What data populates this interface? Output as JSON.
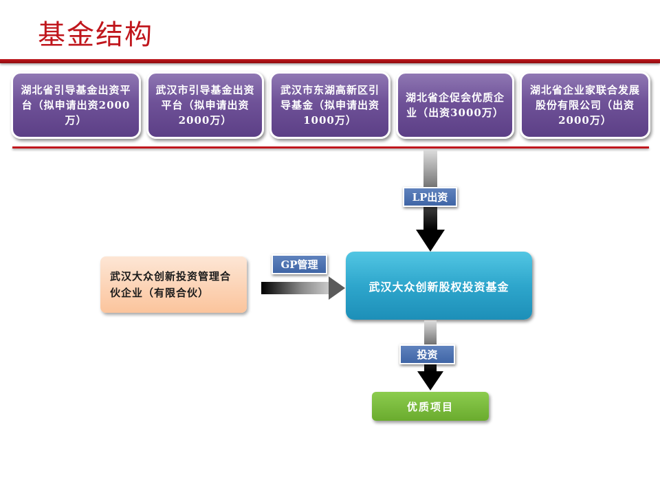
{
  "slide": {
    "title": "基金结构"
  },
  "investors": [
    {
      "label": "湖北省引导基金出资平台（拟申请出资2000万）"
    },
    {
      "label": "武汉市引导基金出资平台（拟申请出资2000万）"
    },
    {
      "label": "武汉市东湖高新区引导基金（拟申请出资1000万）"
    },
    {
      "label": "湖北省企促会优质企业（出资3000万）"
    },
    {
      "label": "湖北省企业家联合发展股份有限公司（出资2000万）"
    }
  ],
  "flow": {
    "lp_label": "LP出资",
    "gp_label": "GP管理",
    "invest_label": "投资"
  },
  "nodes": {
    "gp_entity": "武汉大众创新投资管理合伙企业（有限合伙）",
    "fund": "武汉大众创新股权投资基金",
    "projects": "优质项目"
  },
  "colors": {
    "accent_red": "#c0161c",
    "investor_purple": "#6f5298",
    "fund_blue": "#2ea6cc",
    "gp_orange": "#fbc49c",
    "project_green": "#6aab2e",
    "label_blue": "#4a6fae"
  }
}
